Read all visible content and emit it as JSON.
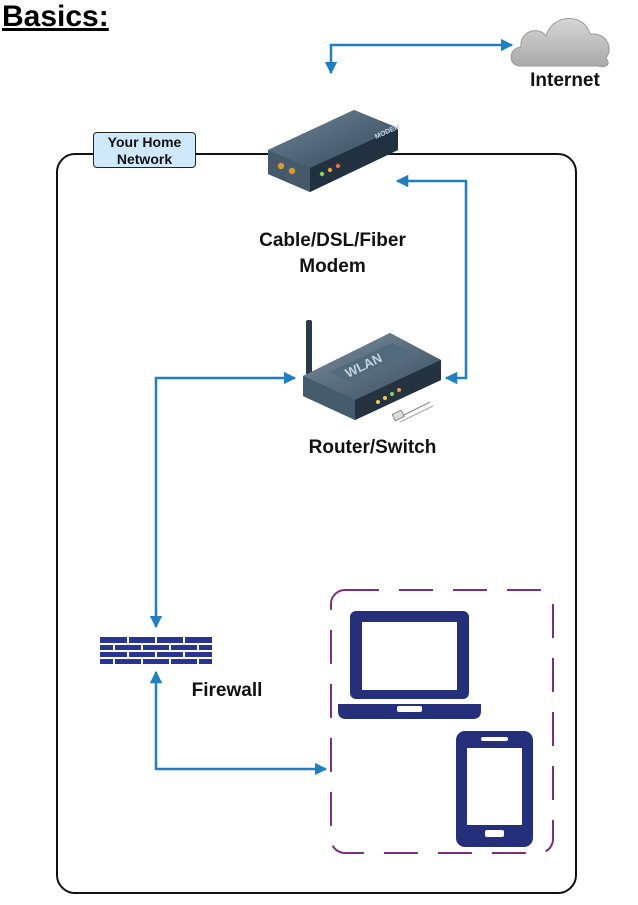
{
  "title": "Basics:",
  "nodes": {
    "internet": "Internet",
    "home_network": [
      "Your Home",
      "Network"
    ],
    "modem": [
      "Cable/DSL/Fiber",
      "Modem"
    ],
    "router": "Router/Switch",
    "firewall": "Firewall"
  },
  "device_badges": {
    "modem": "MODEM",
    "router": "WLAN"
  },
  "icons": [
    "cloud-icon",
    "modem-icon",
    "router-icon",
    "firewall-icon",
    "laptop-icon",
    "tablet-icon"
  ],
  "colors": {
    "arrow": "#1f7fc1",
    "home_tag_fill": "#cfe9fb",
    "device_group_border": "#7b2f7e",
    "device_fill": "#26307a",
    "firewall_fill": "#283592",
    "cloud_fill": "#c8c8c8",
    "device_body": "#3f5566"
  }
}
